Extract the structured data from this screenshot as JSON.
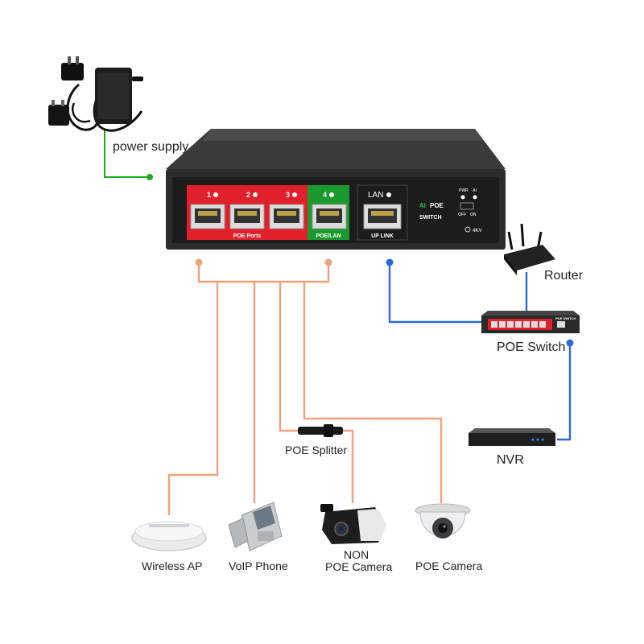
{
  "colors": {
    "power_line": "#22aa22",
    "poe_line": "#f0a27a",
    "uplink_line": "#2a6bd8",
    "poe_panel": "#e0202a",
    "lan_panel": "#1a9a2e",
    "switch_body": "#2b2b2b"
  },
  "labels": {
    "power_supply": "power supply",
    "router": "Router",
    "poe_switch": "POE Switch",
    "nvr": "NVR",
    "poe_splitter": "POE Splitter",
    "wireless_ap": "Wireless AP",
    "voip_phone": "VoIP Phone",
    "non_poe_camera_1": "NON",
    "non_poe_camera_2": "POE Camera",
    "poe_camera": "POE Camera"
  },
  "switch_panel": {
    "port_1": "1",
    "port_2": "2",
    "port_3": "3",
    "port_4": "4",
    "lan": "LAN",
    "poe_ports": "POE Ports",
    "poe_lan": "POE/LAN",
    "up_link": "UP LINK",
    "ai": "AI",
    "poe": "POE",
    "switch": "SWITCH",
    "pwr": "PWR",
    "ai_led": "AI",
    "off": "OFF",
    "on": "ON",
    "surge": "4KV"
  },
  "mini_switch": {
    "label": "POE SWITCH"
  }
}
